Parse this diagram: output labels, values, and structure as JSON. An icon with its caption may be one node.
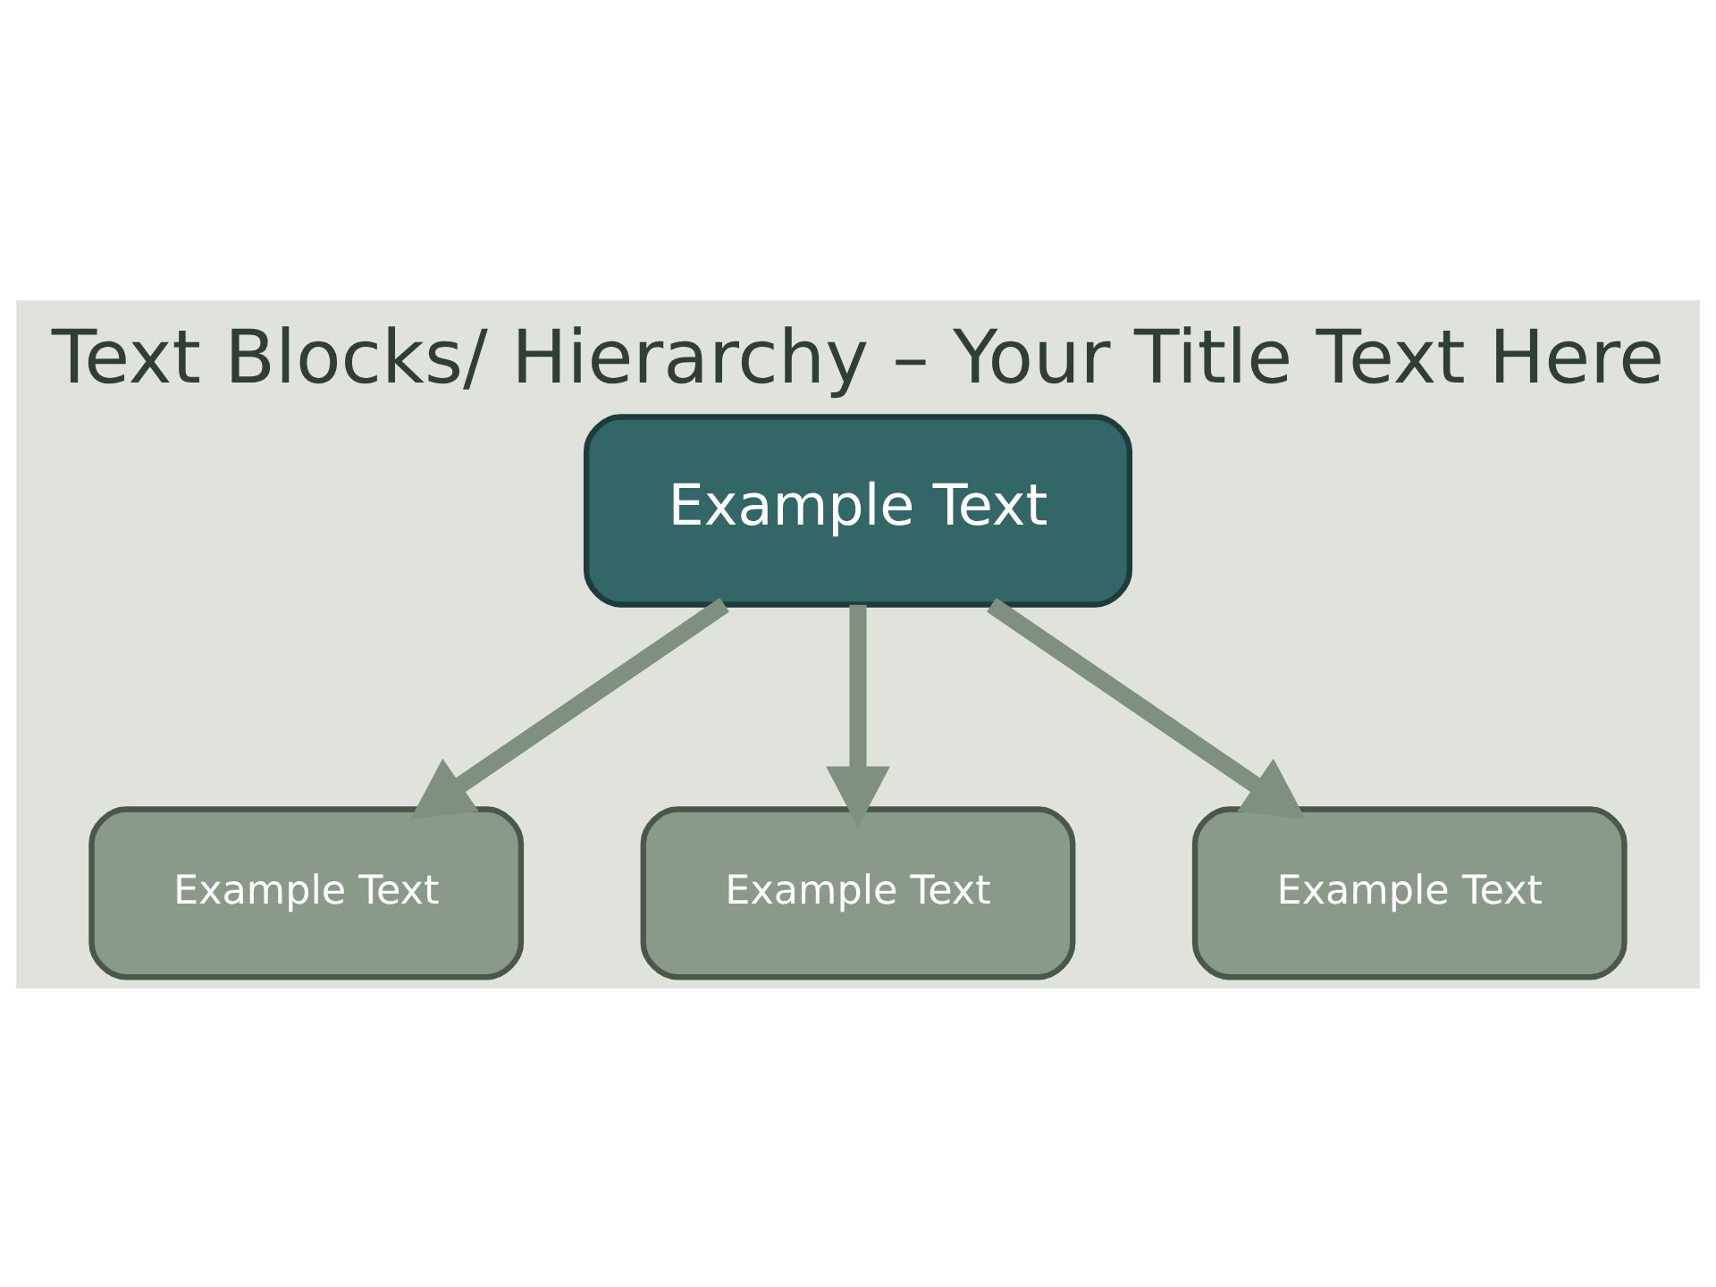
{
  "diagram": {
    "title": "Text Blocks/ Hierarchy – Your Title Text Here",
    "nodes": [
      {
        "text": [
          "Example Text"
        ]
      },
      {
        "text": [
          "Example Text"
        ]
      },
      {
        "text": [
          "Example Text"
        ]
      },
      {
        "text": [
          "Example Text"
        ]
      }
    ],
    "edges": [
      {
        "from": 0,
        "to": 1,
        "arrow": "to"
      },
      {
        "from": 0,
        "to": 2,
        "arrow": "to"
      },
      {
        "from": 0,
        "to": 3,
        "arrow": "to"
      }
    ]
  }
}
